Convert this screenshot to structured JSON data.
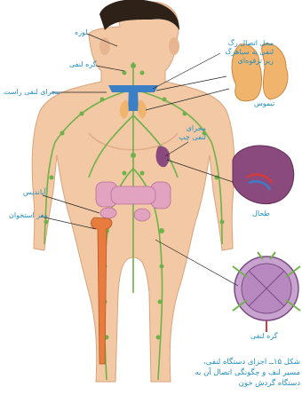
{
  "labels": {
    "tonsil": "لوزه",
    "lymph_node_neck": "گره لنفی",
    "junction": "محل اتصال رگ لنفی به سیاهرگ زیر ترقوه‌ای",
    "right_lymph_duct": "مجرای لنفی راست",
    "thymus": "تیموس",
    "left_lymph_duct": "مجرای لنفی چپ",
    "spleen": "طحال",
    "appendix": "آپاندیس",
    "bone_marrow": "مغز استخوان",
    "lymph_node_detail": "گره لنفی"
  },
  "caption": {
    "line1": "شکل ۱۵ــ اجزای دستگاه لنفی،",
    "line2": "مسیر لنف و چگونگی اتصال آن به",
    "line3": "دستگاه گردش خون"
  },
  "colors": {
    "label_text": "#1f8fbf",
    "skin": "#f2c9a4",
    "lymph": "#6fb24a",
    "thymus": "#f1b46d",
    "spleen": "#8a4a7e"
  }
}
